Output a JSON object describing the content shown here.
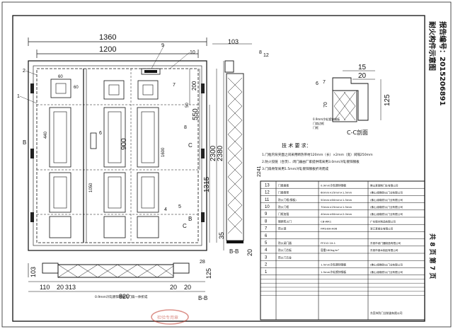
{
  "side_title": {
    "report_no": "报告编号：2015206891",
    "doc_title": "耐火构件示意图"
  },
  "page_indicator": "共 8 页 第 7 页",
  "elevation": {
    "overall_width": "1360",
    "leaf_width": "1200",
    "dims_right": [
      "200",
      "550",
      "1315",
      "2300",
      "2380"
    ],
    "dims_center": [
      "900",
      "1050"
    ],
    "dim_60_top": "60",
    "dim_60_mid": "60",
    "dim_1600": "1600",
    "dim_440": "440",
    "dim_50": "50",
    "callouts": [
      "1",
      "2",
      "9",
      "10",
      "6",
      "7",
      "8",
      "5",
      "4"
    ],
    "section_marks": [
      "B",
      "C",
      "B",
      "C"
    ]
  },
  "section_bb": {
    "dim_top": "103",
    "dim_height": "2241",
    "dim_35": "35",
    "dim_20": "20",
    "callouts": [
      "8",
      "12"
    ],
    "label": "B-B"
  },
  "section_cc": {
    "dim_15": "15",
    "dim_20": "20",
    "dim_70": "70",
    "dim_125": "125",
    "callouts": [
      "6",
      "7"
    ],
    "label": "C-C剖面",
    "notes": [
      "0.9mm冷轧镀锌钢板",
      "门扇边框",
      "门框"
    ]
  },
  "section_aa": {
    "dims": [
      "103",
      "125",
      "110",
      "20",
      "313",
      "820",
      "20",
      "20",
      "28"
    ],
    "label": "B-B",
    "note": "0.9mm冷轧镀锌钢板与门扇一体折成"
  },
  "tech_req": {
    "heading": "技 术 要 求：",
    "items": [
      "1.门框内背夹面之间采用断热带材120mm（长）×2mm（宽）间隔250mm",
      "2.防火铰链（合页）、闭门器由厂家提供或采用3.0mm冷轧镀锌钢板",
      "3.门扇骨架采用1.5mm冷轧镀锌钢板折弯而成"
    ]
  },
  "bom": {
    "rows": [
      {
        "no": "13",
        "name": "门扇面板",
        "spec": "0.9mm冷轧镀锌钢板",
        "maker": "佛山某钢制门业有限公司"
      },
      {
        "no": "12",
        "name": "门扇骨架",
        "spec": "60mm×25mm×1.5mm",
        "maker": "(佛山)钢制防火门业有限公司"
      },
      {
        "no": "11",
        "name": "防火门框(钢板)",
        "spec": "50mm×60mm×1.5mm",
        "maker": "(佛山)钢制防火门业有限公司"
      },
      {
        "no": "10",
        "name": "防火门框",
        "spec": "70mm×25mm×1.5mm",
        "maker": "(佛山)钢制防火门业有限公司"
      },
      {
        "no": "9",
        "name": "门框加强",
        "spec": "40mm×60mm×2.0mm",
        "maker": "(佛山)钢制防火门业有限公司"
      },
      {
        "no": "8",
        "name": "钢质防火门",
        "spec": "CB-WK1",
        "maker": "广东钢木制品有限公司"
      },
      {
        "no": "7",
        "name": "防火锁",
        "spec": "FMS-BH-A06",
        "maker": "浙江某锁业有限公司"
      },
      {
        "no": "6",
        "name": "",
        "spec": "",
        "maker": ""
      },
      {
        "no": "5",
        "name": "防火闭门器",
        "spec": "FFZ-D 2X-1",
        "maker": "东莞市闭门器制造有限公司"
      },
      {
        "no": "4",
        "name": "防火门芯板",
        "spec": "容重160kg/m³",
        "maker": "东莞市钢木制品有限公司"
      },
      {
        "no": "3",
        "name": "防火门五金",
        "spec": "",
        "maker": ""
      },
      {
        "no": "2",
        "name": "",
        "spec": "1.5mm冷轧镀锌钢板",
        "maker": "(佛山)钢制防火门业有限公司"
      },
      {
        "no": "1",
        "name": "",
        "spec": "1.5mm冷轧镀锌钢板",
        "maker": "(佛山)钢制防火门业有限公司"
      }
    ],
    "extra_rows": [
      "",
      "",
      "",
      "",
      ""
    ],
    "footer_maker": "东莞市防门业制造有限公司"
  },
  "stamp_text": "检验专用章"
}
